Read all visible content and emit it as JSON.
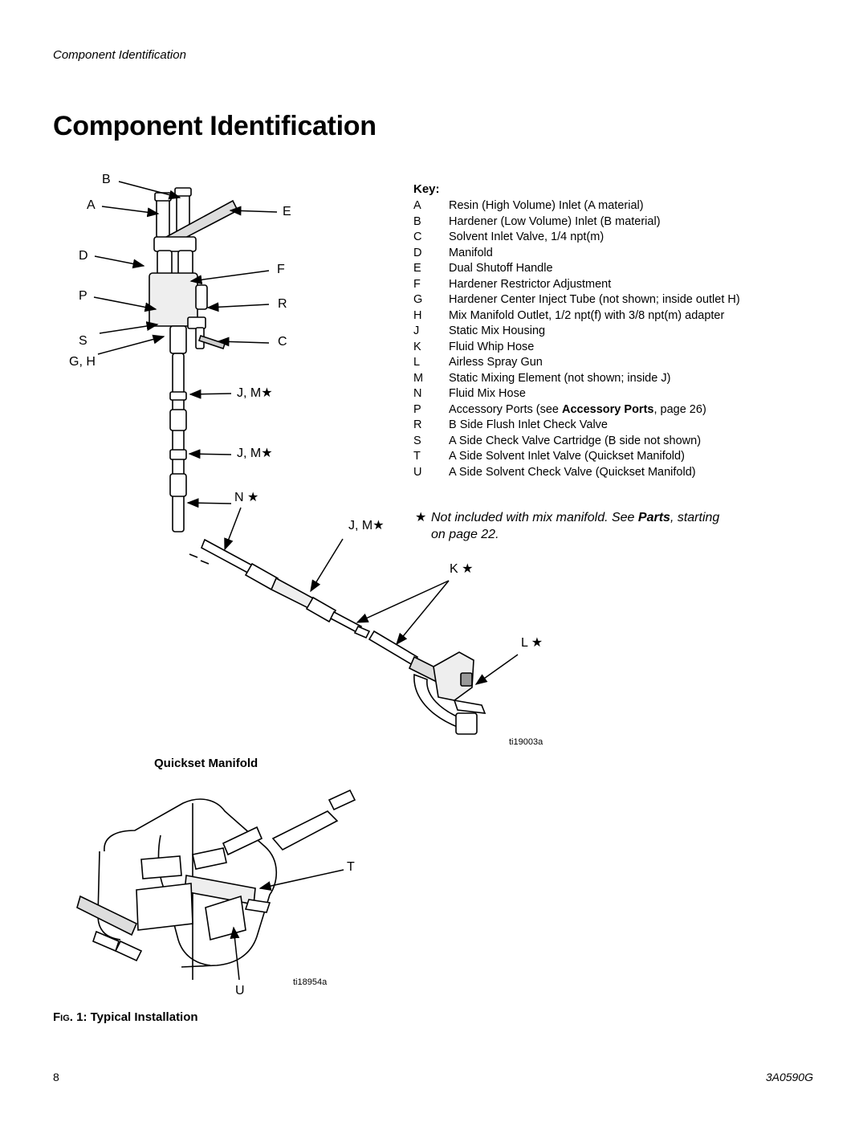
{
  "header": {
    "running_title": "Component Identification"
  },
  "page_title": "Component Identification",
  "callouts": {
    "B": "B",
    "A": "A",
    "E": "E",
    "D": "D",
    "F": "F",
    "P": "P",
    "R": "R",
    "S": "S",
    "C": "C",
    "GH": "G, H",
    "JM1": "J, M★",
    "JM2": "J, M★",
    "N": "N ★",
    "JM3": "J, M★",
    "K": "K ★",
    "L": "L ★",
    "T": "T",
    "U": "U"
  },
  "key": {
    "title": "Key:",
    "items": [
      {
        "k": "A",
        "text": "Resin (High Volume) Inlet (A material)"
      },
      {
        "k": "B",
        "text": "Hardener (Low Volume) Inlet (B material)"
      },
      {
        "k": "C",
        "text": "Solvent Inlet Valve, 1/4 npt(m)"
      },
      {
        "k": "D",
        "text": "Manifold"
      },
      {
        "k": "E",
        "text": "Dual Shutoff Handle"
      },
      {
        "k": "F",
        "text": "Hardener Restrictor Adjustment"
      },
      {
        "k": "G",
        "text": "Hardener Center Inject Tube (not shown; inside outlet H)"
      },
      {
        "k": "H",
        "text": "Mix Manifold Outlet, 1/2 npt(f) with 3/8 npt(m) adapter"
      },
      {
        "k": "J",
        "text": "Static Mix Housing"
      },
      {
        "k": "K",
        "text": "Fluid Whip Hose"
      },
      {
        "k": "L",
        "text": "Airless Spray Gun"
      },
      {
        "k": "M",
        "text": "Static Mixing Element (not shown; inside J)"
      },
      {
        "k": "N",
        "text": "Fluid Mix Hose"
      },
      {
        "k": "P",
        "text_pre": "Accessory Ports (see ",
        "text_bold": "Accessory Ports",
        "text_post": ", page 26)"
      },
      {
        "k": "R",
        "text": "B Side Flush Inlet Check Valve"
      },
      {
        "k": "S",
        "text": "A Side Check Valve Cartridge (B side not shown)"
      },
      {
        "k": "T",
        "text": "A Side Solvent Inlet Valve (Quickset Manifold)"
      },
      {
        "k": "U",
        "text": "A Side Solvent Check Valve (Quickset Manifold)"
      }
    ]
  },
  "star_note": {
    "star": "★",
    "line1_pre": "Not included with mix manifold. See ",
    "line1_bold": "Parts",
    "line1_post": ", starting",
    "line2": "on page 22."
  },
  "image_ids": {
    "main": "ti19003a",
    "quickset": "ti18954a"
  },
  "quickset_title": "Quickset Manifold",
  "figure_caption": {
    "prefix_big": "F",
    "prefix_small": "IG",
    "rest": ". 1: Typical Installation"
  },
  "footer": {
    "page_number": "8",
    "doc_number": "3A0590G"
  }
}
